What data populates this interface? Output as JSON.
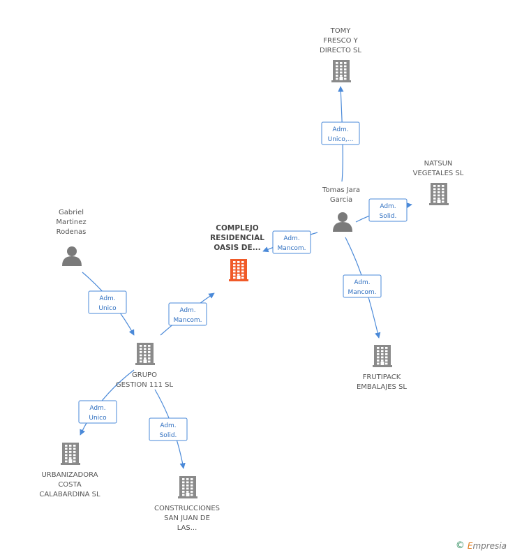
{
  "colors": {
    "company": "#8a8a8a",
    "main": "#f05a28",
    "person": "#7a7a7a",
    "edge": "#4a89d8"
  },
  "nodes": [
    {
      "id": "complejo",
      "type": "company",
      "main": true,
      "label": [
        "COMPLEJO",
        "RESIDENCIAL",
        "OASIS DE..."
      ]
    },
    {
      "id": "tomy",
      "type": "company",
      "label": [
        "TOMY",
        "FRESCO Y",
        "DIRECTO  SL"
      ]
    },
    {
      "id": "natsun",
      "type": "company",
      "label": [
        "NATSUN",
        "VEGETALES SL"
      ]
    },
    {
      "id": "tomas",
      "type": "person",
      "label": [
        "Tomas Jara",
        "Garcia"
      ]
    },
    {
      "id": "gabriel",
      "type": "person",
      "label": [
        "Gabriel",
        "Martinez",
        "Rodenas"
      ]
    },
    {
      "id": "grupo",
      "type": "company",
      "label": [
        "GRUPO",
        "GESTION 111 SL"
      ]
    },
    {
      "id": "frutipack",
      "type": "company",
      "label": [
        "FRUTIPACK",
        "EMBALAJES  SL"
      ]
    },
    {
      "id": "urbanizadora",
      "type": "company",
      "label": [
        "URBANIZADORA",
        "COSTA",
        "CALABARDINA SL"
      ]
    },
    {
      "id": "construcciones",
      "type": "company",
      "label": [
        "CONSTRUCCIONES",
        "SAN JUAN DE",
        "LAS..."
      ]
    }
  ],
  "edges": [
    {
      "from": "tomas",
      "to": "tomy",
      "label": [
        "Adm.",
        "Unico,..."
      ]
    },
    {
      "from": "tomas",
      "to": "natsun",
      "label": [
        "Adm.",
        "Solid."
      ]
    },
    {
      "from": "tomas",
      "to": "complejo",
      "label": [
        "Adm.",
        "Mancom."
      ]
    },
    {
      "from": "tomas",
      "to": "frutipack",
      "label": [
        "Adm.",
        "Mancom."
      ]
    },
    {
      "from": "gabriel",
      "to": "grupo",
      "label": [
        "Adm.",
        "Unico"
      ]
    },
    {
      "from": "grupo",
      "to": "complejo",
      "label": [
        "Adm.",
        "Mancom."
      ]
    },
    {
      "from": "grupo",
      "to": "urbanizadora",
      "label": [
        "Adm.",
        "Unico"
      ]
    },
    {
      "from": "grupo",
      "to": "construcciones",
      "label": [
        "Adm.",
        "Solid."
      ]
    }
  ],
  "footer": {
    "copyright": "©",
    "brand_initial": "E",
    "brand_rest": "mpresia"
  }
}
